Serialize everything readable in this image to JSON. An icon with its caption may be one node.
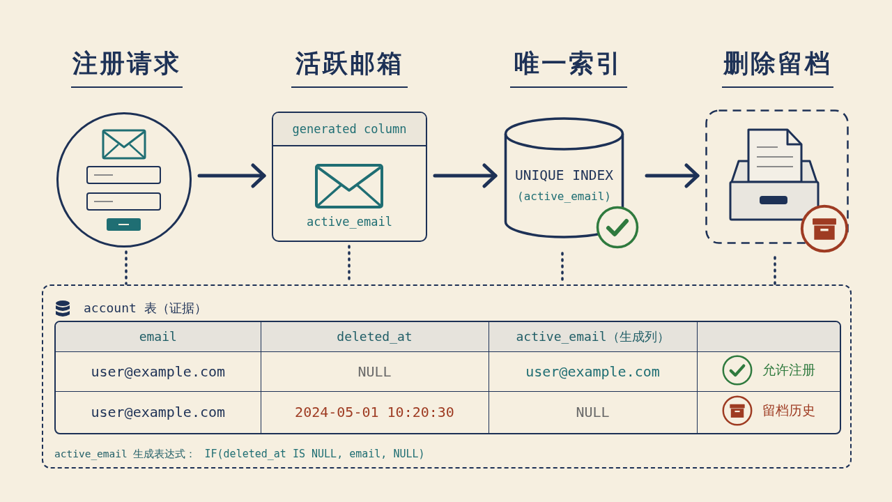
{
  "diagram": {
    "nodes": [
      {
        "text": [
          "注册请求"
        ]
      },
      {
        "text": [
          "活跃邮箱",
          "generated column",
          "active_email"
        ]
      },
      {
        "text": [
          "唯一索引",
          "UNIQUE INDEX",
          "(active_email)"
        ]
      },
      {
        "text": [
          "删除留档"
        ]
      },
      {
        "text": [
          "account 表（证据）",
          "active_email 生成表达式：",
          "IF(deleted_at IS NULL, email, NULL)"
        ]
      }
    ],
    "edges": [
      {
        "from": 0,
        "to": 1,
        "arrow": "to"
      },
      {
        "from": 1,
        "to": 2,
        "arrow": "to"
      },
      {
        "from": 2,
        "to": 3,
        "arrow": "to"
      },
      {
        "from": 0,
        "to": 4,
        "arrow": "none",
        "style": "dashed"
      },
      {
        "from": 1,
        "to": 4,
        "arrow": "none",
        "style": "dashed"
      },
      {
        "from": 2,
        "to": 4,
        "arrow": "none",
        "style": "dashed"
      },
      {
        "from": 3,
        "to": 4,
        "arrow": "none",
        "style": "dashed"
      }
    ],
    "labels": [
      "email",
      "deleted_at",
      "active_email（生成列）",
      "user@example.com",
      "NULL",
      "user@example.com",
      "允许注册",
      "user@example.com",
      "2024-05-01 10:20:30",
      "NULL",
      "留档历史"
    ]
  }
}
